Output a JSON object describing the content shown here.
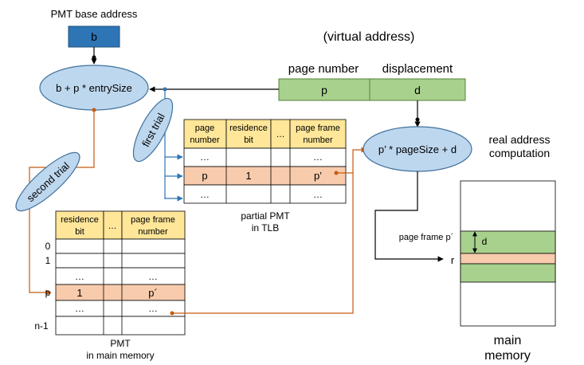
{
  "colors": {
    "blue_box": "#2e75b6",
    "ellipse_fill": "#bdd7ee",
    "ellipse_stroke": "#41719c",
    "header_yellow": "#ffe699",
    "row_orange": "#f8cbad",
    "green": "#a9d18e",
    "green_stroke": "#548235",
    "orange_line": "#c55a11",
    "blue_line": "#2e75b6"
  },
  "pmt_base": {
    "label": "PMT base address",
    "value": "b"
  },
  "virtual_address": {
    "title": "(virtual address)",
    "page_number_label": "page number",
    "displacement_label": "displacement",
    "p": "p",
    "d": "d"
  },
  "ellipses": {
    "address_calc": "b + p * entrySize",
    "real_calc": "p’ * pageSize + d",
    "first_trial": "first trial",
    "second_trial": "second trial"
  },
  "real_address_label": [
    "real address",
    "computation"
  ],
  "tlb": {
    "headers": [
      [
        "page",
        "number"
      ],
      [
        "residence",
        "bit"
      ],
      [
        "…"
      ],
      [
        "page frame",
        "number"
      ]
    ],
    "rows": [
      [
        "…",
        "",
        "",
        "…"
      ],
      [
        "p",
        "1",
        "",
        "p’"
      ],
      [
        "…",
        "",
        "",
        "…"
      ]
    ],
    "caption": [
      "partial PMT",
      "in TLB"
    ]
  },
  "pmt": {
    "headers": [
      [
        "residence",
        "bit"
      ],
      [
        "…"
      ],
      [
        "page frame",
        "number"
      ]
    ],
    "row_labels": [
      "0",
      "1",
      "",
      "p",
      "",
      "n-1"
    ],
    "rows": [
      [
        "",
        "",
        ""
      ],
      [
        "",
        "",
        ""
      ],
      [
        "…",
        "",
        "…"
      ],
      [
        "1",
        "",
        "p´"
      ],
      [
        "…",
        "",
        "…"
      ],
      [
        "",
        "",
        ""
      ]
    ],
    "caption": [
      "PMT",
      "in main memory"
    ]
  },
  "memory": {
    "page_frame_label": "page frame p´",
    "d": "d",
    "r": "r",
    "caption": [
      "main",
      "memory"
    ]
  }
}
